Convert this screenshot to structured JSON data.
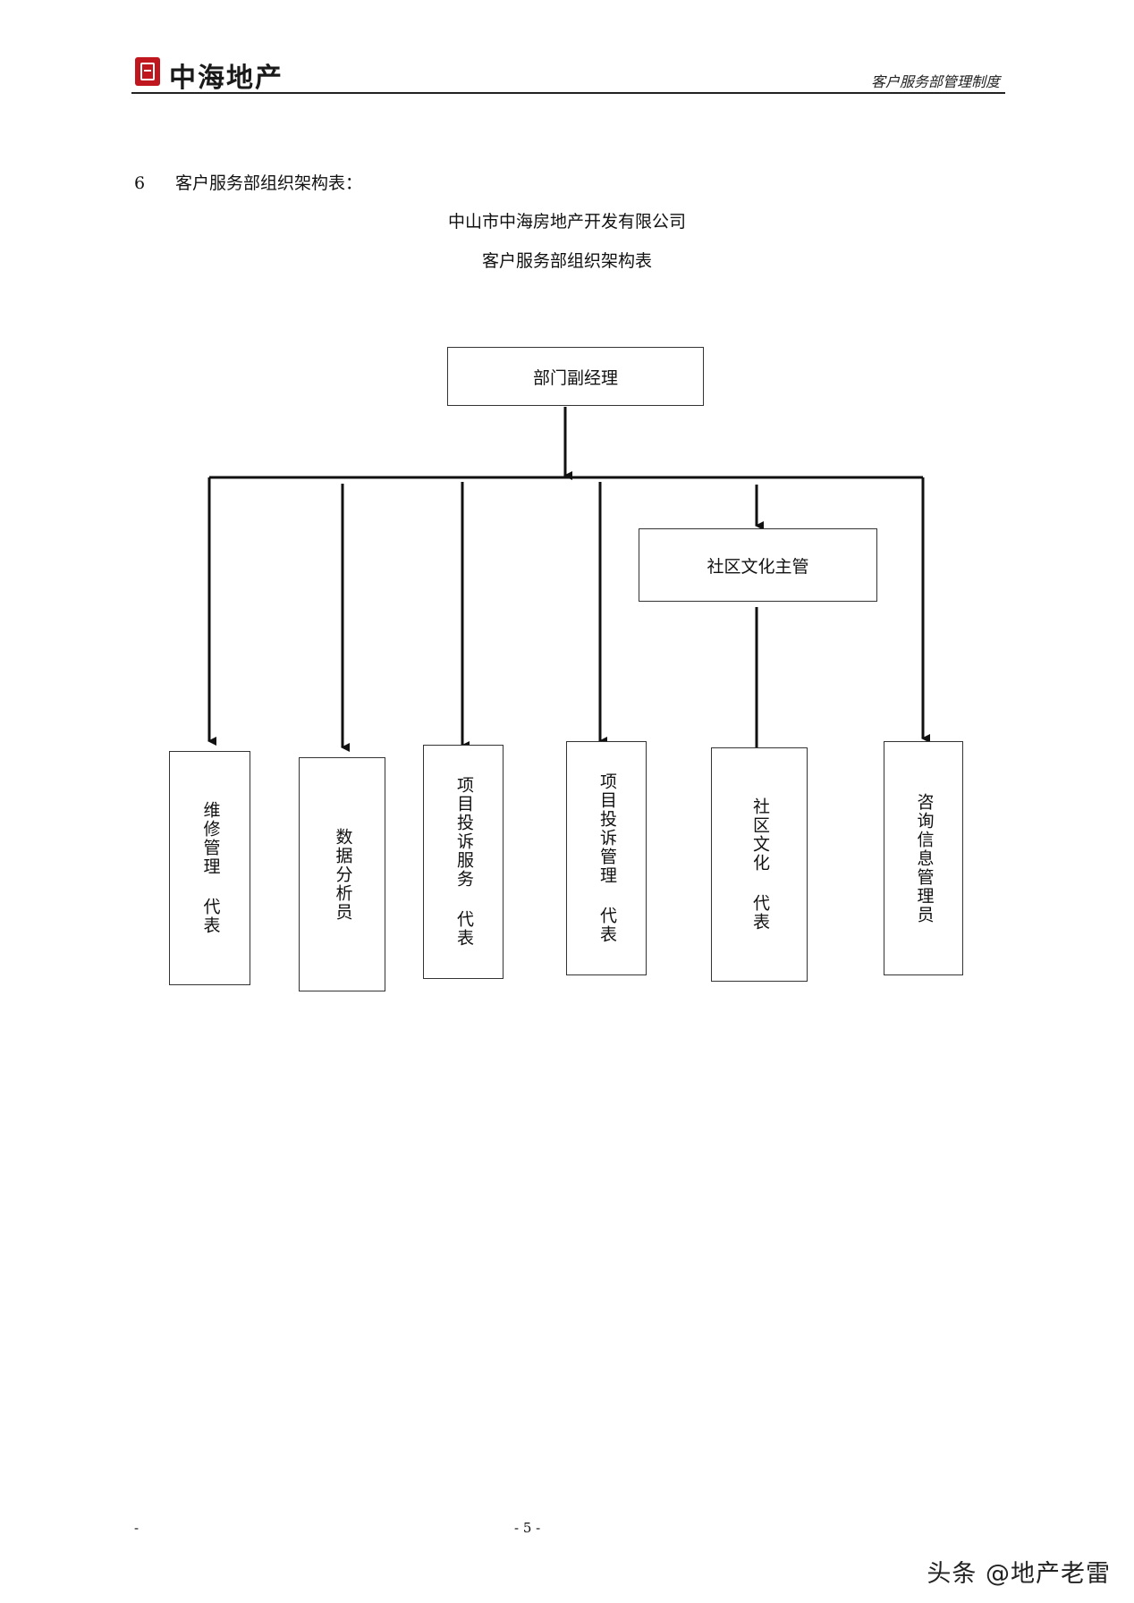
{
  "header": {
    "logo_text": "中海地产",
    "right_title": "客户服务部管理制度"
  },
  "section": {
    "number": "6",
    "label": "客户服务部组织架构表："
  },
  "title": {
    "company": "中山市中海房地产开发有限公司",
    "chart_name": "客户服务部组织架构表"
  },
  "org": {
    "top": "部门副经理",
    "middle": "社区文化主管",
    "leaves": [
      "维修管理 代表",
      "数据分析员",
      "项目投诉服务 代表",
      "项目投诉管理 代表",
      "社区文化 代表",
      "咨询信息管理员"
    ]
  },
  "footer": {
    "left_mark": "-",
    "page": "- 5 -"
  },
  "watermark": "头条 @地产老雷"
}
